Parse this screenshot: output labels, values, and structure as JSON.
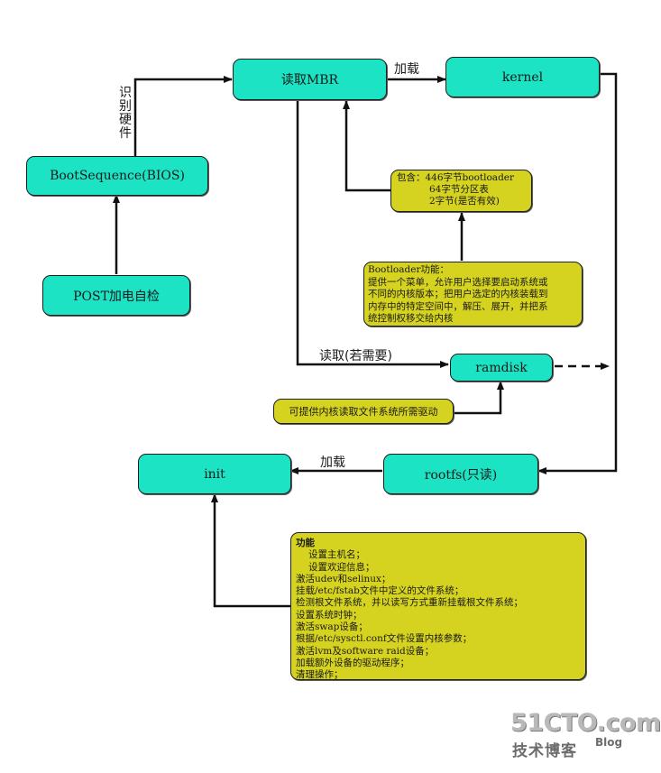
{
  "nodes": {
    "read_mbr": "读取MBR",
    "kernel": "kernel",
    "bootsequence": "BootSequence(BIOS)",
    "post": "POST加电自检",
    "ramdisk": "ramdisk",
    "init": "init",
    "rootfs": "rootfs(只读)"
  },
  "edge_labels": {
    "identify_hardware": "识别硬件",
    "load_kernel": "加载",
    "read_if_needed": "读取(若需要)",
    "load_init": "加载"
  },
  "notes": {
    "mbr_contents": [
      "包含：446字节bootloader",
      "64字节分区表",
      "2字节(是否有效)"
    ],
    "bootloader_function": [
      "Bootloader功能：",
      "提供一个菜单，允许用户选择要启动系统或",
      "不同的内核版本；把用户选定的内核装载到",
      "内存中的特定空间中，解压、展开，并把系",
      "统控制权移交给内核"
    ],
    "ramdisk_note": "可提供内核读取文件系统所需驱动",
    "init_function": [
      "功能",
      "设置主机名；",
      "设置欢迎信息；",
      "激活udev和selinux；",
      "挂载/etc/fstab文件中定义的文件系统；",
      "检测根文件系统，并以读写方式重新挂载根文件系统；",
      "设置系统时钟；",
      "激活swap设备；",
      "根据/etc/sysctl.conf文件设置内核参数；",
      "激活lvm及software raid设备；",
      "加载额外设备的驱动程序；",
      "清理操作；"
    ]
  },
  "watermark": {
    "site": "51CTO.com",
    "subtitle": "技术博客",
    "blog": "Blog"
  },
  "colors": {
    "process_box": "#1be3c4",
    "note_box": "#d5d31f",
    "line": "#111111"
  }
}
